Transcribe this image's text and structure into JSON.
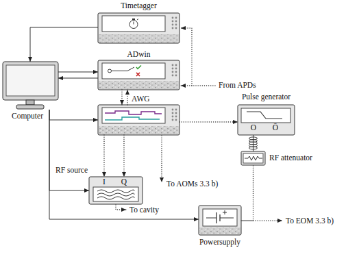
{
  "diagram": {
    "nodes": [
      {
        "text": [
          "Timetagger"
        ]
      },
      {
        "text": [
          "ADwin"
        ]
      },
      {
        "text": [
          "Computer"
        ]
      },
      {
        "text": [
          "AWG"
        ]
      },
      {
        "text": [
          "Pulse generator",
          "O",
          "Ō"
        ]
      },
      {
        "text": [
          "RF source",
          "I",
          "Q"
        ]
      },
      {
        "text": [
          "RF attenuator"
        ]
      },
      {
        "text": [
          "Powersupply"
        ]
      }
    ],
    "edges": [
      {
        "from": 0,
        "to": 2,
        "arrow": "to"
      },
      {
        "from": 2,
        "to": 1,
        "arrow": "to"
      },
      {
        "from": 1,
        "to": 2,
        "arrow": "to"
      },
      {
        "from": 1,
        "to": 3,
        "arrow": "to"
      },
      {
        "from": 3,
        "to": 1,
        "arrow": "to"
      },
      {
        "from": 2,
        "to": 3,
        "arrow": "to"
      },
      {
        "from": 3,
        "to": 4,
        "arrow": "to"
      },
      {
        "from": 3,
        "to": 5,
        "arrow": "to"
      },
      {
        "from": 3,
        "to": 5,
        "arrow": "to"
      },
      {
        "from": 2,
        "to": 5,
        "arrow": "to"
      },
      {
        "from": 2,
        "to": 7,
        "arrow": "to"
      },
      {
        "from": 4,
        "to": 6,
        "arrow": "none"
      }
    ],
    "labels": [
      "From APDs",
      "To AOMs 3.3 b)",
      "To cavity",
      "To EOM 3.3 b)"
    ]
  }
}
